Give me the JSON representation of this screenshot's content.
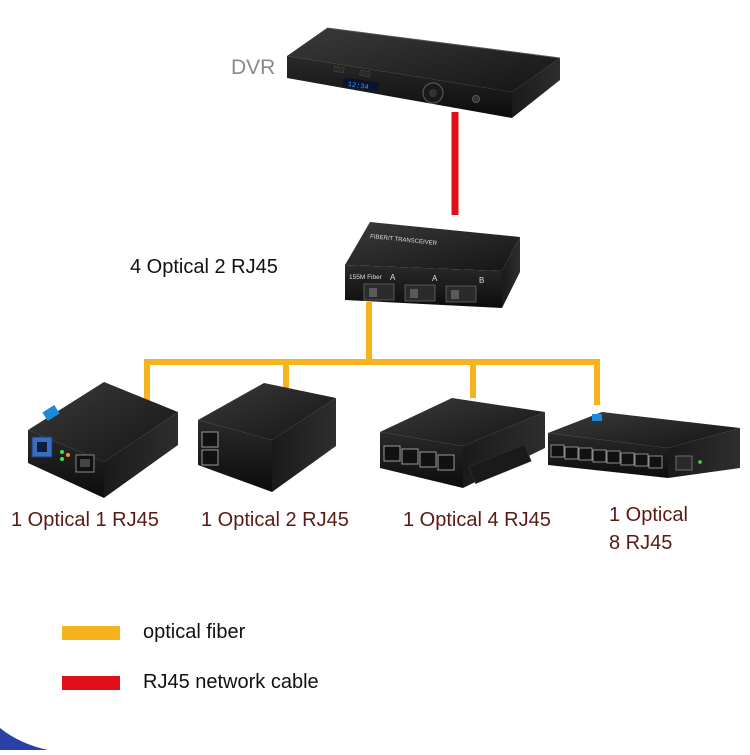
{
  "colors": {
    "optical_fiber": "#f5b41e",
    "rj45_cable": "#e0101a",
    "device_body": "#1c1c1c",
    "label_dark_red": "#5a1a12",
    "corner_accent": "#2b3fa8"
  },
  "nodes": {
    "dvr": {
      "label": "DVR",
      "panel_text": "12:34"
    },
    "center": {
      "label": "4 Optical 2 RJ45",
      "panel_text": "FIBER/T TRANSCEIVER",
      "port_caption": "155M Fiber",
      "port_marks": [
        "A",
        "A",
        "B"
      ]
    },
    "devices": [
      {
        "label": "1 Optical 1 RJ45",
        "rj45_ports": 1,
        "fiber_ports": 1
      },
      {
        "label": "1 Optical 2 RJ45",
        "rj45_ports": 2,
        "fiber_ports": 0
      },
      {
        "label": "1 Optical 4 RJ45",
        "rj45_ports": 4,
        "fiber_ports": 0
      },
      {
        "label_line1": "1 Optical",
        "label_line2": "8 RJ45",
        "rj45_ports": 8,
        "fiber_ports": 1
      }
    ]
  },
  "legend": {
    "fiber_label": "optical fiber",
    "cable_label": "RJ45 network cable"
  }
}
